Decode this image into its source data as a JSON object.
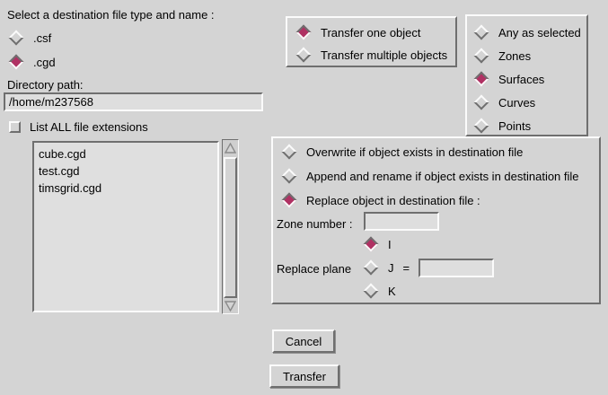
{
  "dialog": {
    "background": "#d4d4d4",
    "accent": "#b03163"
  },
  "file_type": {
    "label": "Select a destination file type and name :",
    "options": [
      {
        "label": ".csf",
        "selected": false
      },
      {
        "label": ".cgd",
        "selected": true
      }
    ]
  },
  "directory": {
    "label": "Directory path:",
    "value": "/home/m237568"
  },
  "extensions_checkbox": {
    "label": "List ALL file extensions",
    "checked": false
  },
  "file_list": {
    "items": [
      "cube.cgd",
      "test.cgd",
      "timsgrid.cgd"
    ]
  },
  "transfer_mode": {
    "options": [
      {
        "label": "Transfer one object",
        "selected": true
      },
      {
        "label": "Transfer multiple objects",
        "selected": false
      }
    ]
  },
  "object_type": {
    "options": [
      {
        "label": "Any as selected",
        "selected": false
      },
      {
        "label": "Zones",
        "selected": false
      },
      {
        "label": "Surfaces",
        "selected": true
      },
      {
        "label": "Curves",
        "selected": false
      },
      {
        "label": "Points",
        "selected": false
      }
    ]
  },
  "destination_conflict": {
    "options": [
      {
        "label": "Overwrite if object exists in destination file",
        "selected": false
      },
      {
        "label": "Append and rename if object exists in destination file",
        "selected": false
      },
      {
        "label": "Replace object in destination file :",
        "selected": true
      }
    ],
    "zone_number": {
      "label": "Zone number :",
      "value": ""
    },
    "replace_plane": {
      "label": "Replace plane",
      "equals": "=",
      "plane_value": "",
      "options": [
        {
          "label": "I",
          "selected": true
        },
        {
          "label": "J",
          "selected": false
        },
        {
          "label": "K",
          "selected": false
        }
      ]
    }
  },
  "buttons": {
    "cancel": "Cancel",
    "transfer": "Transfer"
  }
}
